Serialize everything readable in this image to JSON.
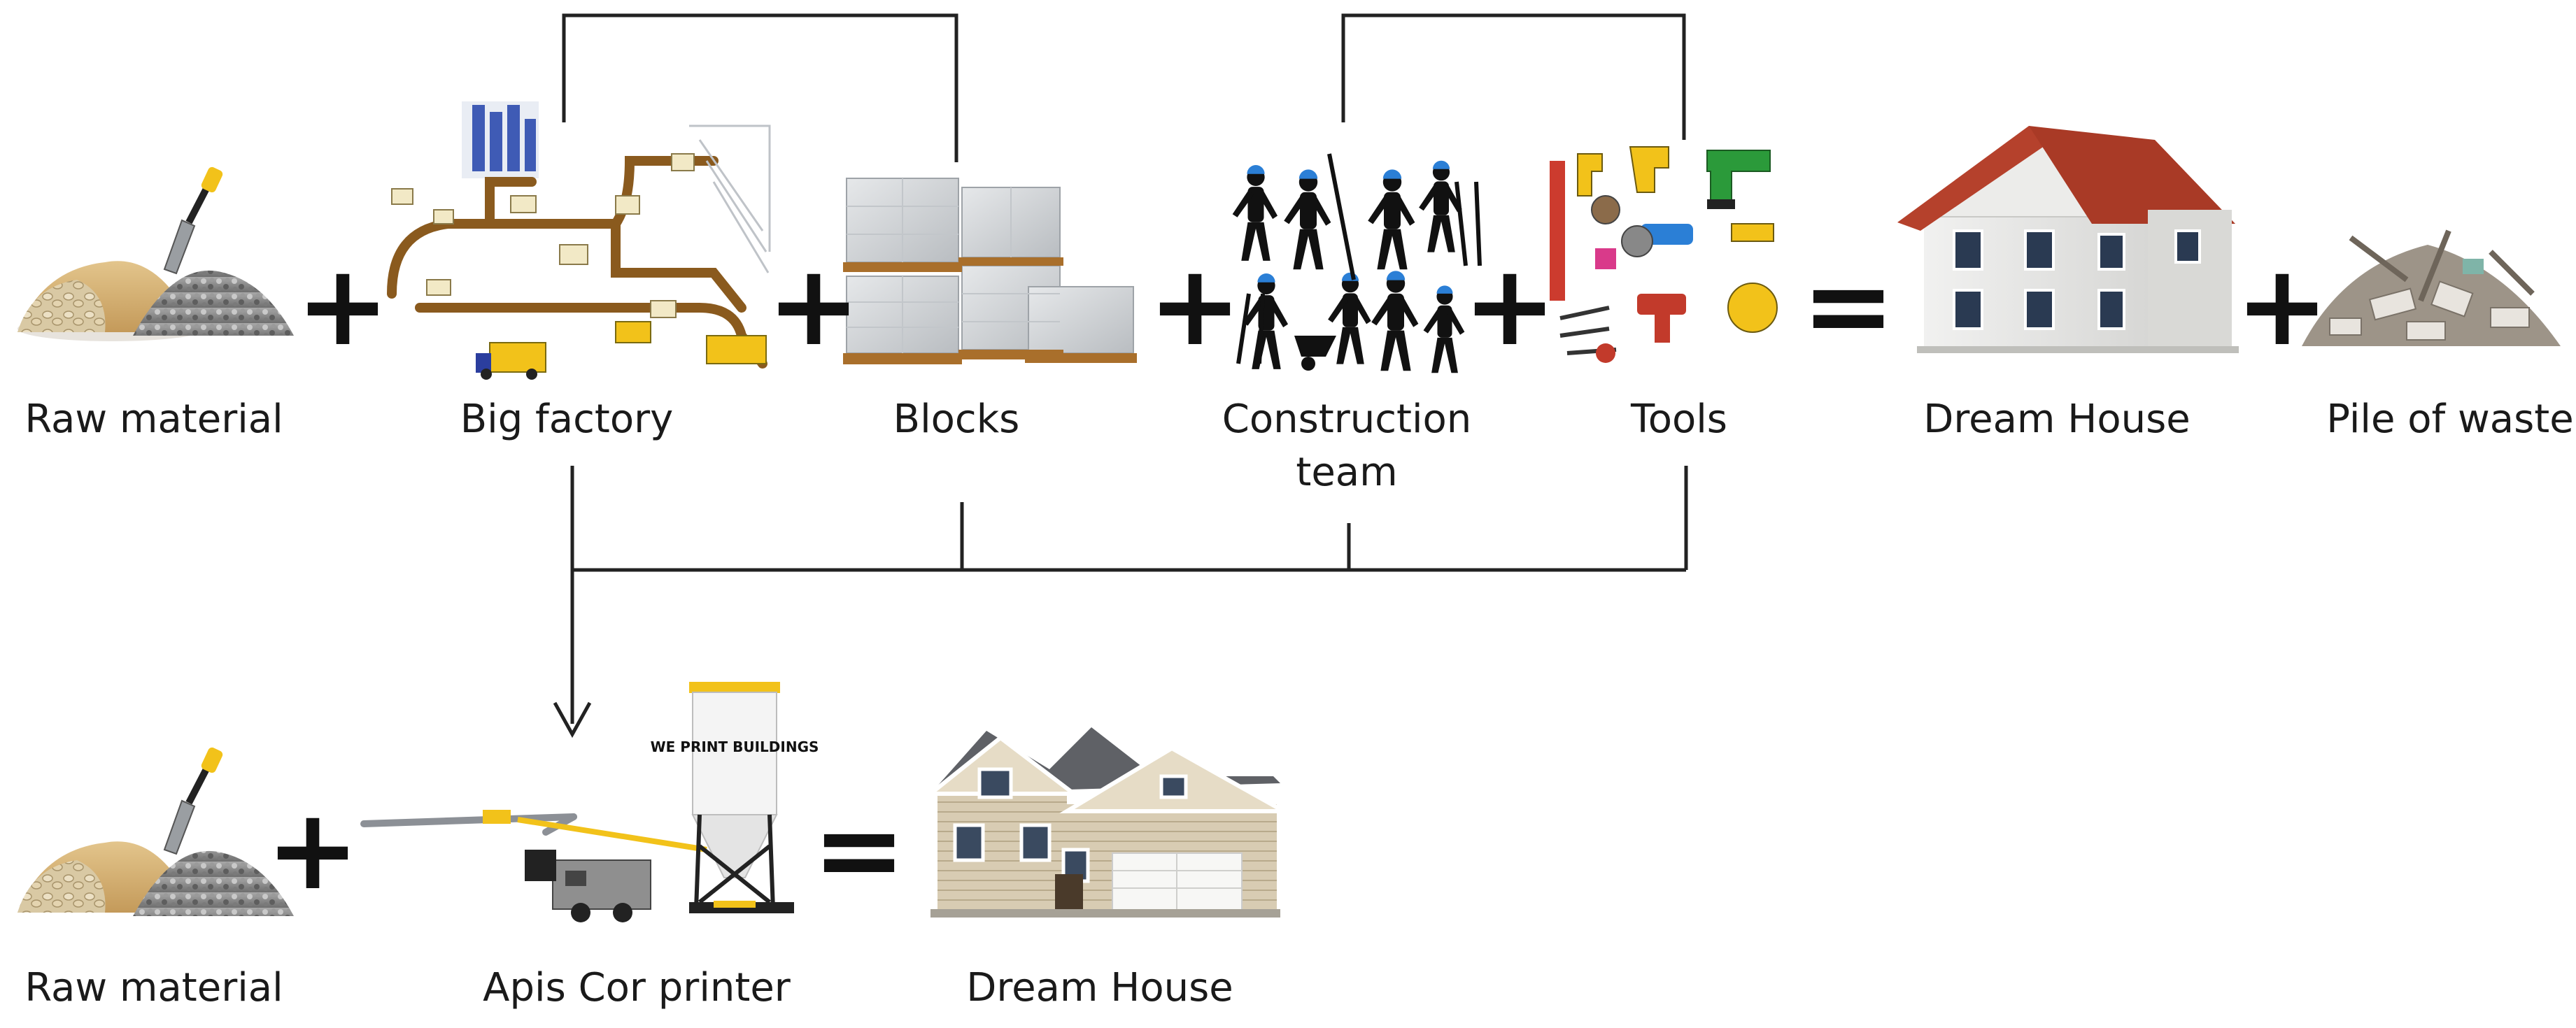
{
  "row1": {
    "labels": {
      "raw_material": "Raw material",
      "big_factory": "Big factory",
      "blocks": "Blocks",
      "construction_team": "Construction team",
      "tools": "Tools",
      "dream_house": "Dream House",
      "pile_of_waste": "Pile of waste"
    },
    "operators": [
      "+",
      "+",
      "+",
      "+",
      "=",
      "+"
    ]
  },
  "row2": {
    "labels": {
      "raw_material": "Raw material",
      "printer": "Apis Cor printer",
      "dream_house": "Dream House"
    },
    "operators": [
      "+",
      "="
    ],
    "silo_text": "WE PRINT BUILDINGS"
  },
  "colors": {
    "line": "#222222",
    "sand": "#d7b77c",
    "gravel": "#8c8c8c",
    "roof_red": "#b5412c",
    "factory_pipe": "#8a5a1e",
    "yellow": "#f2c21a",
    "worker": "#111111",
    "helmet": "#2b7fd6"
  }
}
